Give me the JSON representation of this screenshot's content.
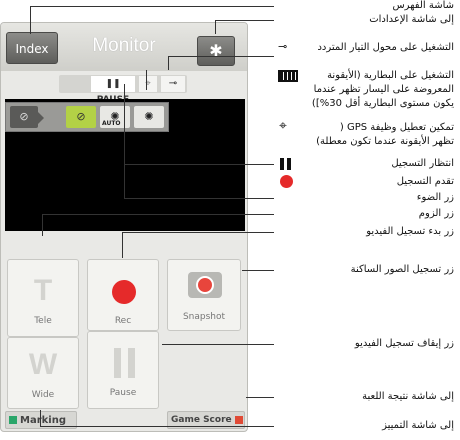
{
  "app": {
    "title": "Monitor",
    "index_label": "Index",
    "settings_icon": "gear-icon",
    "status": {
      "pause_label": "PAUSE",
      "gps_icon": "gps-off-icon",
      "power_icon": "ac-plug-icon"
    },
    "light_bar": {
      "items": [
        {
          "icon": "light-off-icon"
        },
        {
          "icon": "light-off-icon"
        },
        {
          "icon": "light-auto-icon",
          "sub": "AUTO"
        },
        {
          "icon": "light-on-icon"
        }
      ]
    },
    "zoom": {
      "tele_letter": "T",
      "tele_label": "Tele",
      "wide_letter": "W",
      "wide_label": "Wide"
    },
    "rec_label": "Rec",
    "pause_label": "Pause",
    "snapshot_label": "Snapshot",
    "marking_label": "Marking",
    "game_score_label": "Game Score",
    "colors": {
      "rec": "#e52a2a",
      "marking": "#2aa66a",
      "game_score": "#e04a35",
      "light_active": "#b3d146"
    }
  },
  "annotations": {
    "index_screen": "شاشة الفهرس",
    "settings_screen": "إلى شاشة الإعدادات",
    "ac_power": "التشغيل على محول التيار المتردد",
    "battery_1": "التشغيل على البطارية (الأيقونة",
    "battery_2": "المعروضة على اليسار تظهر عندما",
    "battery_3": "يكون مستوى البطارية أقل 30%])",
    "gps_1": "تمكين تعطيل وظيفة GPS (",
    "gps_2": "تظهر الأيقونة عندما تكون معطلة)",
    "record_standby": "انتظار التسجيل",
    "record_progress": "تقدم التسجيل",
    "light_button": "زر الضوء",
    "zoom_button": "زر الزوم",
    "video_start": "زر بدء تسجيل الفيديو",
    "snapshot_button": "زر تسجيل الصور الساكنة",
    "video_stop": "زر إيقاف تسجيل الفيديو",
    "game_score_screen": "إلى شاشة نتيجة اللعبة",
    "marking_screen": "إلى شاشة التمييز"
  }
}
